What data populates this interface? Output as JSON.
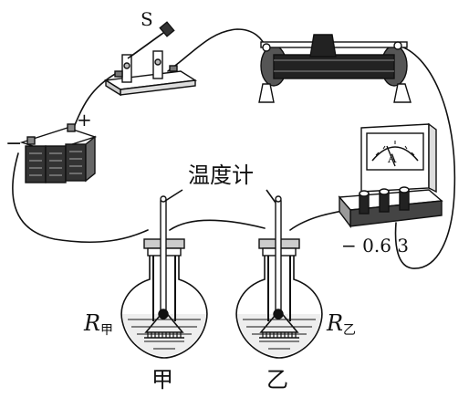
{
  "labels": {
    "switch": "S",
    "thermometer": "温度计",
    "battery_minus": "−",
    "battery_plus": "+",
    "ammeter_dial": "A",
    "ammeter_terminals": "− 0.6 3",
    "resistor_left_main": "R",
    "resistor_left_sub": "甲",
    "resistor_right_main": "R",
    "resistor_right_sub": "乙",
    "flask_left": "甲",
    "flask_right": "乙"
  }
}
